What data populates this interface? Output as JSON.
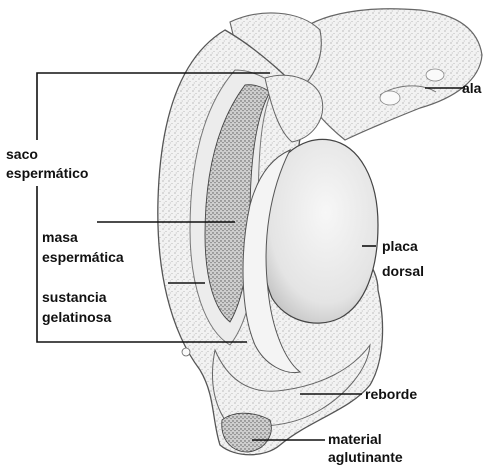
{
  "labels": {
    "ala": "ala",
    "saco_1": "saco",
    "saco_2": "espermático",
    "masa_1": "masa",
    "masa_2": "espermática",
    "sustancia_1": "sustancia",
    "sustancia_2": "gelatinosa",
    "placa_1": "placa",
    "placa_2": "dorsal",
    "reborde": "reborde",
    "material_1": "material",
    "material_2": "aglutinante"
  }
}
